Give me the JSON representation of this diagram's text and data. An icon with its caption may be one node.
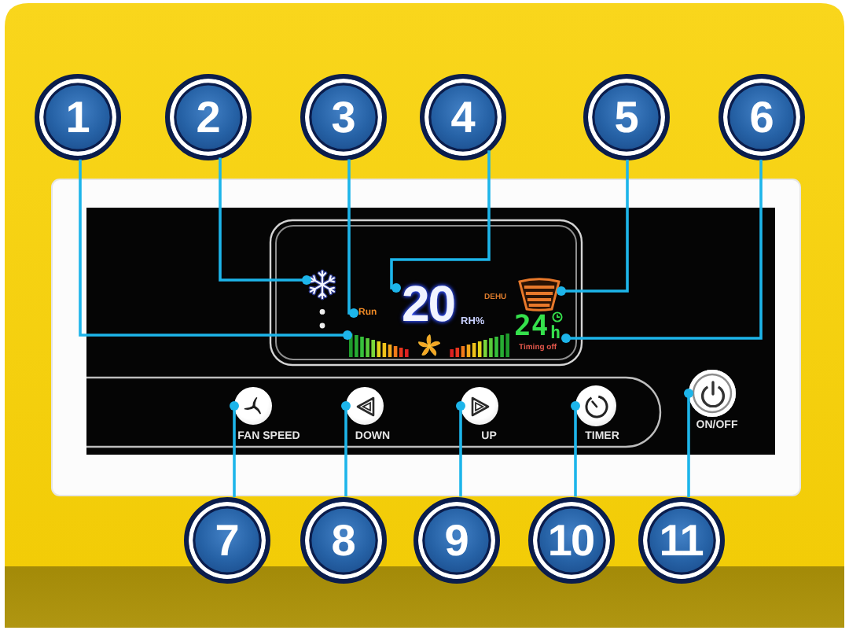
{
  "diagram": {
    "nodes": [
      {
        "text": [
          "1"
        ]
      },
      {
        "text": [
          "2"
        ]
      },
      {
        "text": [
          "3"
        ]
      },
      {
        "text": [
          "4"
        ]
      },
      {
        "text": [
          "5"
        ]
      },
      {
        "text": [
          "6"
        ]
      },
      {
        "text": [],
        "shape": "picture"
      },
      {
        "text": [
          "20"
        ],
        "beside": [
          "RH%"
        ]
      },
      {
        "text": [],
        "shape": "picture",
        "beside": [
          "DEHU"
        ]
      },
      {
        "text": [
          "Run"
        ]
      },
      {
        "text": [
          "24",
          "h",
          "Timing off"
        ]
      },
      {
        "text": [],
        "shape": "bar"
      },
      {
        "text": [],
        "shape": "circle",
        "beside": [
          "FAN SPEED"
        ]
      },
      {
        "text": [],
        "shape": "circle",
        "beside": [
          "DOWN"
        ]
      },
      {
        "text": [],
        "shape": "circle",
        "beside": [
          "UP"
        ]
      },
      {
        "text": [],
        "shape": "circle",
        "beside": [
          "TIMER"
        ]
      },
      {
        "text": [],
        "shape": "circle",
        "beside": [
          "ON/OFF"
        ]
      },
      {
        "text": [
          "7"
        ]
      },
      {
        "text": [
          "8"
        ]
      },
      {
        "text": [
          "9"
        ]
      },
      {
        "text": [
          "10"
        ]
      },
      {
        "text": [
          "11"
        ]
      }
    ],
    "edges": [
      {
        "from": 0,
        "to": 11,
        "arrow": "other"
      },
      {
        "from": 1,
        "to": 6,
        "arrow": "other"
      },
      {
        "from": 2,
        "to": 9,
        "arrow": "other"
      },
      {
        "from": 3,
        "to": 7,
        "arrow": "other"
      },
      {
        "from": 4,
        "to": 8,
        "arrow": "other"
      },
      {
        "from": 5,
        "to": 10,
        "arrow": "other"
      },
      {
        "from": 17,
        "to": 12,
        "arrow": "other"
      },
      {
        "from": 18,
        "to": 13,
        "arrow": "other"
      },
      {
        "from": 19,
        "to": 14,
        "arrow": "other"
      },
      {
        "from": 20,
        "to": 15,
        "arrow": "other"
      },
      {
        "from": 21,
        "to": 16,
        "arrow": "other"
      }
    ]
  }
}
